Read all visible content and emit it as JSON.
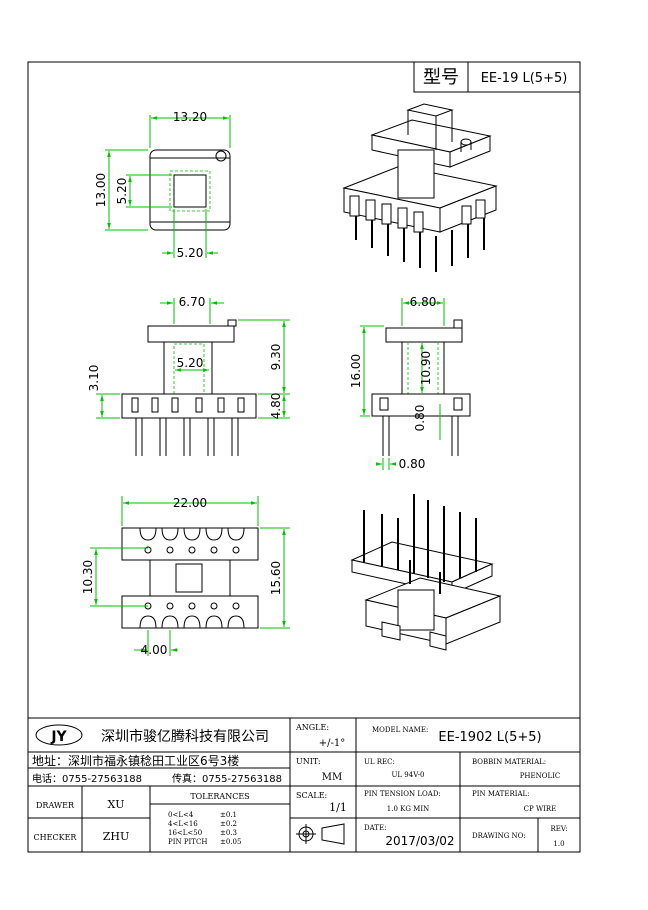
{
  "title_block": {
    "model_label": "型号",
    "model_value": "EE-19 L(5+5)",
    "company_logo": "JY",
    "company_name": "深圳市骏亿腾科技有限公司",
    "address": "地址：深圳市福永镇稔田工业区6号3楼",
    "phone": "电话：0755-27563188",
    "fax": "传真：0755-27563188",
    "drawer_label": "DRAWER",
    "drawer_value": "XU",
    "checker_label": "CHECKER",
    "checker_value": "ZHU",
    "tolerances_label": "TOLERANCES",
    "tol_rows": [
      {
        "range": "0<L<4",
        "tol": "±0.1"
      },
      {
        "range": "4<L<16",
        "tol": "±0.2"
      },
      {
        "range": "16<L<50",
        "tol": "±0.3"
      },
      {
        "range": "PIN PITCH",
        "tol": "±0.05"
      }
    ],
    "angle_label": "ANGLE:",
    "angle_value": "+/-1°",
    "unit_label": "UNIT:",
    "unit_value": "MM",
    "scale_label": "SCALE:",
    "scale_value": "1/1",
    "model_name_label": "MODEL NAME:",
    "model_name_value": "EE-1902 L(5+5)",
    "ul_rec_label": "UL REC:",
    "ul_rec_value": "UL 94V-0",
    "bobbin_material_label": "BOBBIN MATERIAL:",
    "bobbin_material_value": "PHENOLIC",
    "pin_tension_label": "PIN TENSION LOAD:",
    "pin_tension_value": "1.0 KG MIN",
    "pin_material_label": "PIN MATERIAL:",
    "pin_material_value": "CP WIRE",
    "date_label": "DATE:",
    "date_value": "2017/03/02",
    "drawing_no_label": "DRAWING NO:",
    "rev_label": "REV:",
    "rev_value": "1.0"
  },
  "dimensions": {
    "top_width": "13.20",
    "top_height": "13.00",
    "top_inner_h": "5.20",
    "top_inner_w": "5.20",
    "front_flange": "6.70",
    "front_core": "5.20",
    "front_total_h": "9.30",
    "front_flange_h": "3.10",
    "front_base_h": "4.80",
    "side_width": "6.80",
    "side_total_h": "16.00",
    "side_inner_h": "10.90",
    "side_pin_off": "0.80",
    "side_pin_dia": "0.80",
    "bottom_width": "22.00",
    "bottom_inner_h": "10.30",
    "bottom_total_h": "15.60",
    "bottom_pitch": "4.00"
  },
  "colors": {
    "dimension": "#00c000",
    "outline": "#000000"
  }
}
